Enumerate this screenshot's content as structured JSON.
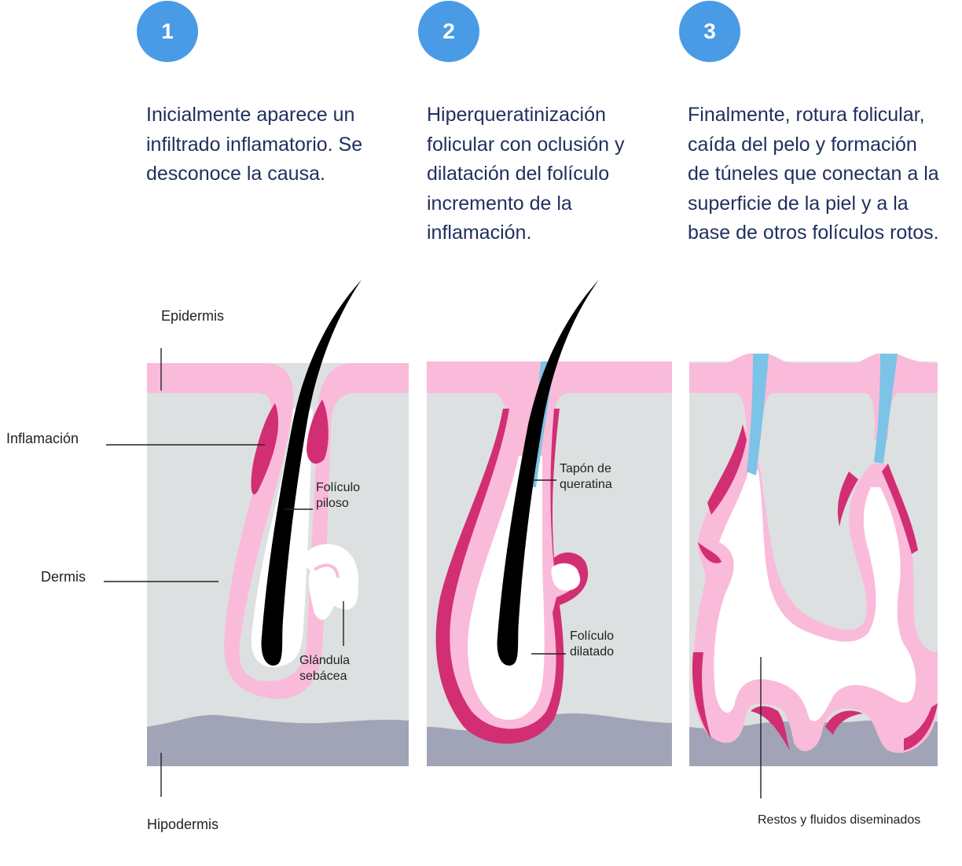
{
  "steps": [
    {
      "number": "1",
      "text": "Inicialmente aparece un infiltrado inflamatorio. Se desconoce la causa."
    },
    {
      "number": "2",
      "text": "Hiperqueratinización folicular con oclusión y dilatación del folículo incremento de la inflamación."
    },
    {
      "number": "3",
      "text": "Finalmente, rotura folicular, caída del pelo y formación de túneles que conectan a la superficie de la piel y a la base de otros folículos rotos."
    }
  ],
  "labels": {
    "epidermis": "Epidermis",
    "inflamacion": "Inflamación",
    "dermis": "Dermis",
    "hipodermis": "Hipodermis",
    "foliculo_piloso": "Folículo piloso",
    "glandula_sebacea": "Glándula sebácea",
    "tapon_queratina": "Tapón de queratina",
    "foliculo_dilatado": "Folículo dilatado",
    "restos": "Restos y fluidos diseminados"
  },
  "colors": {
    "accent_blue": "#4a9be6",
    "text_navy": "#1f2f5c",
    "epidermis_pink": "#f9bbd9",
    "inflammation_magenta": "#d22e74",
    "dermis_gray": "#dde0e0",
    "hypodermis_gray": "#a0a4b6",
    "keratin_blue": "#7cc3e8",
    "hair_black": "#000000"
  }
}
